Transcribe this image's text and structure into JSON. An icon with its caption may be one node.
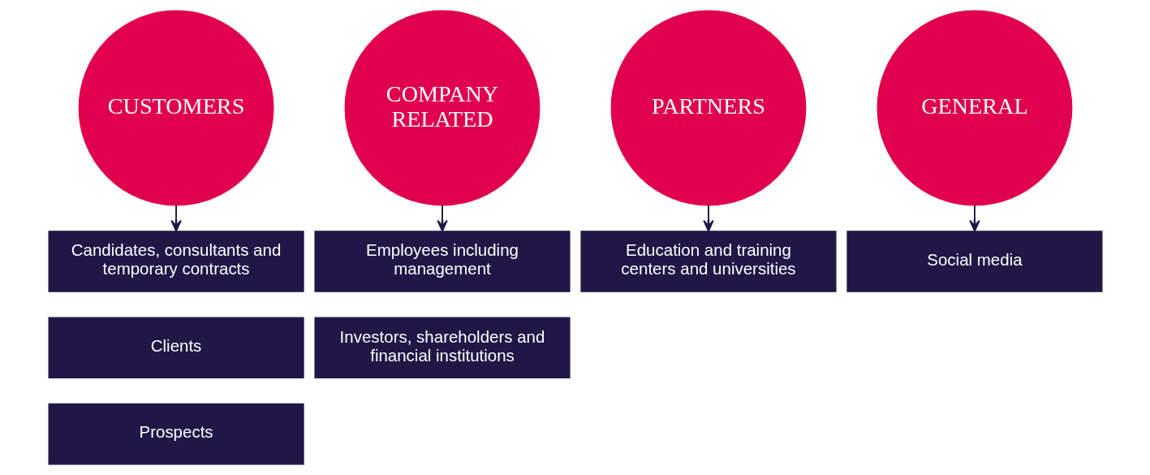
{
  "diagram": {
    "nodes": [
      {
        "text": [
          "CUSTOMERS"
        ]
      },
      {
        "text": [
          "Candidates, consultants and temporary contracts"
        ]
      },
      {
        "text": [
          "Clients"
        ]
      },
      {
        "text": [
          "Prospects"
        ]
      },
      {
        "text": [
          "COMPANY RELATED"
        ]
      },
      {
        "text": [
          "Employees including management"
        ]
      },
      {
        "text": [
          "Investors, shareholders and financial institutions"
        ]
      },
      {
        "text": [
          "PARTNERS"
        ]
      },
      {
        "text": [
          "Education and training centers and universities"
        ]
      },
      {
        "text": [
          "GENERAL"
        ]
      },
      {
        "text": [
          "Social media"
        ]
      }
    ],
    "edges": [
      {
        "from": 0,
        "to": 1,
        "arrow": "to"
      },
      {
        "from": 4,
        "to": 5,
        "arrow": "to"
      },
      {
        "from": 7,
        "to": 8,
        "arrow": "to"
      },
      {
        "from": 9,
        "to": 10,
        "arrow": "to"
      }
    ]
  }
}
